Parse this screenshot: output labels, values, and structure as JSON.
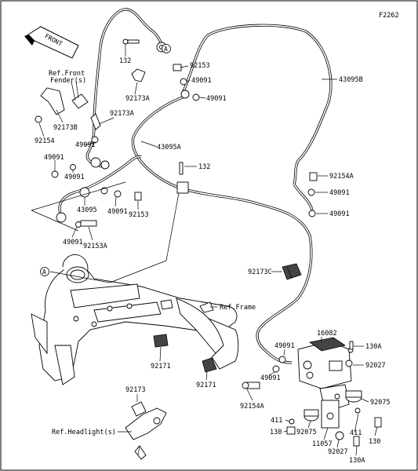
{
  "figure_code": "F2262",
  "front_arrow": "FRONT",
  "callout_letter": "A",
  "refs": {
    "front_fender_line1": "Ref.Front",
    "front_fender_line2": "Fender(s)",
    "frame": "Ref.Frame",
    "headlight": "Ref.Headlight(s)"
  },
  "parts": {
    "p132_top": "132",
    "p92153_top": "92153",
    "p49091_a": "49091",
    "p49091_b": "49091",
    "p43095B": "43095B",
    "p92173A_a": "92173A",
    "p92173A_b": "92173A",
    "p92173B": "92173B",
    "p92154": "92154",
    "p49091_c": "49091",
    "p43095A": "43095A",
    "p49091_d": "49091",
    "p49091_e": "49091",
    "p132_mid": "132",
    "p43095": "43095",
    "p49091_f": "49091",
    "p92153_mid": "92153",
    "p49091_g": "49091",
    "p92153A": "92153A",
    "p92154A_top": "92154A",
    "p49091_h": "49091",
    "p49091_i": "49091",
    "p92173C": "92173C",
    "p92171_a": "92171",
    "p92171_b": "92171",
    "p16082": "16082",
    "p49091_j": "49091",
    "p130A_top": "130A",
    "p92027_top": "92027",
    "p49091_k": "49091",
    "p92075_r": "92075",
    "p92154A_bot": "92154A",
    "p411_l": "411",
    "p411_r": "411",
    "p130_l": "130",
    "p92075_b": "92075",
    "p11057": "11057",
    "p92027_bot": "92027",
    "p130_r": "130",
    "p130A_bot": "130A",
    "p92173": "92173"
  }
}
